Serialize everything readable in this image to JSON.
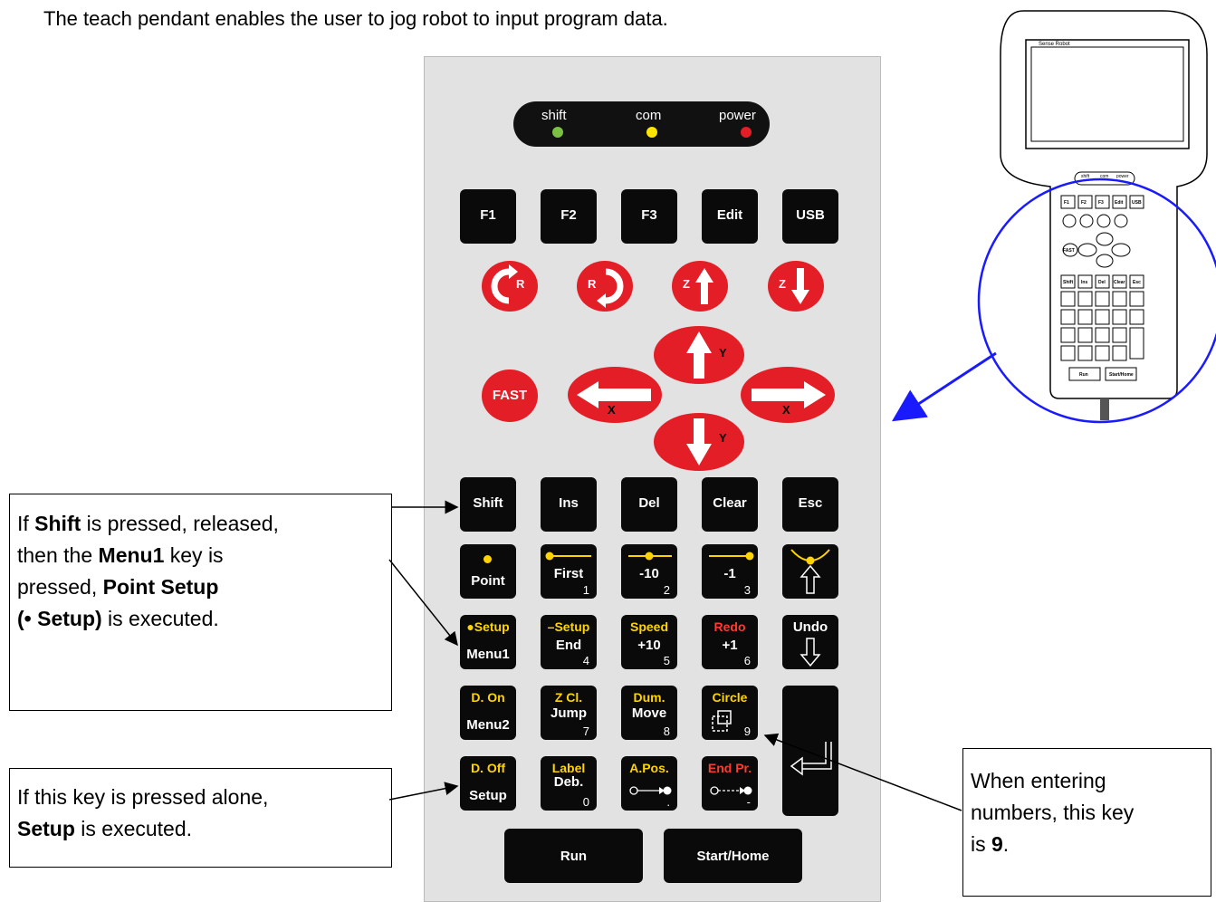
{
  "intro": "The teach pendant enables the user to jog robot to input program data.",
  "leds": [
    {
      "label": "shift",
      "color": "#7cc242"
    },
    {
      "label": "com",
      "color": "#ffe500"
    },
    {
      "label": "power",
      "color": "#e41e26"
    }
  ],
  "function_keys": [
    "F1",
    "F2",
    "F3",
    "Edit",
    "USB"
  ],
  "jog_keys": {
    "r_left": "R",
    "r_right": "R",
    "z_up": "Z",
    "z_down": "Z",
    "fast": "FAST",
    "y": "Y",
    "x": "X"
  },
  "row_edit": [
    "Shift",
    "Ins",
    "Del",
    "Clear",
    "Esc"
  ],
  "keys": {
    "point": "Point",
    "first": "First",
    "first_num": "1",
    "minus10": "-10",
    "minus10_num": "2",
    "minus1": "-1",
    "minus1_num": "3",
    "menu1_top": "●Setup",
    "menu1": "Menu1",
    "end_top": "–Setup",
    "end": "End",
    "end_num": "4",
    "speed_top": "Speed",
    "plus10": "+10",
    "plus10_num": "5",
    "redo_top": "Redo",
    "plus1": "+1",
    "plus1_num": "6",
    "undo": "Undo",
    "menu2_top": "D. On",
    "menu2": "Menu2",
    "jump_top": "Z Cl.",
    "jump": "Jump",
    "jump_num": "7",
    "move_top": "Dum.",
    "move": "Move",
    "move_num": "8",
    "circle_top": "Circle",
    "circle_num": "9",
    "setup_top": "D. Off",
    "setup": "Setup",
    "deb_top": "Label",
    "deb": "Deb.",
    "deb_num": "0",
    "apos_top": "A.Pos.",
    "apos_num": ".",
    "endpr_top": "End Pr.",
    "endpr_num": "-",
    "run": "Run",
    "start_home": "Start/Home"
  },
  "callouts": {
    "shift": {
      "l1a": "If ",
      "l1b": "Shift",
      "l1c": " is pressed, released,",
      "l2a": "then the ",
      "l2b": "Menu1",
      "l2c": " key is",
      "l3a": "pressed, ",
      "l3b": "Point Setup",
      "l4a": "(• Setup)",
      "l4b": " is executed."
    },
    "setup": {
      "l1": "If this key is pressed alone,",
      "l2a": "Setup",
      "l2b": " is executed."
    },
    "nine": {
      "l1": "When entering",
      "l2": "numbers, this key",
      "l3a": "is ",
      "l3b": "9",
      "l3c": "."
    }
  },
  "thumbnail": {
    "screen_brand": "Sense Robot",
    "leds": [
      "shift",
      "com",
      "power"
    ],
    "keys_row1": [
      "F1",
      "F2",
      "F3",
      "Edit",
      "USB"
    ],
    "keys_row_edit": [
      "Shift",
      "Ins",
      "Del",
      "Clear",
      "Esc"
    ],
    "bottom": [
      "Run",
      "Start/Home"
    ],
    "fast": "FAST"
  }
}
